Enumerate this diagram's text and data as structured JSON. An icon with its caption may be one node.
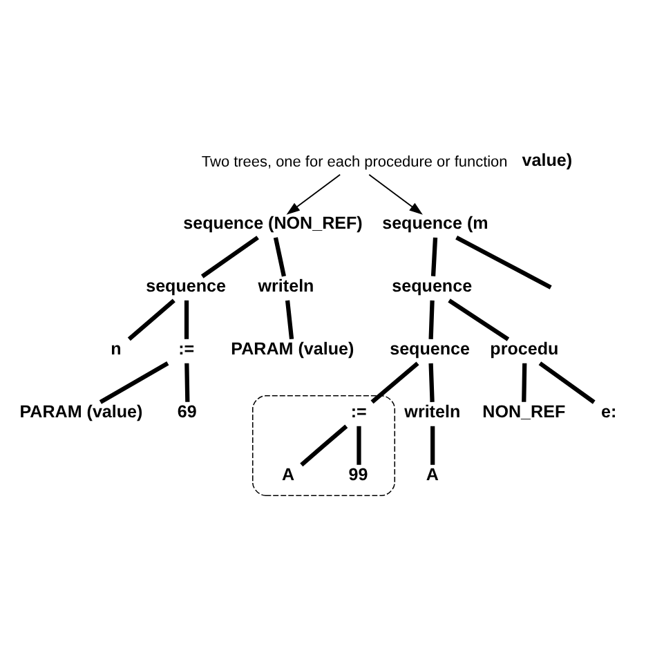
{
  "diagram": {
    "nodes": [
      {
        "text": [
          "Two trees, one for each procedure or function"
        ]
      },
      {
        "text": [
          "sequence (NON_REF)"
        ]
      },
      {
        "text": [
          "sequence (m"
        ]
      },
      {
        "text": [
          "sequence"
        ]
      },
      {
        "text": [
          "writeln"
        ]
      },
      {
        "text": [
          "sequence"
        ]
      },
      {
        "text": [
          "n"
        ]
      },
      {
        "text": [
          ":="
        ]
      },
      {
        "text": [
          "PARAM (value)"
        ]
      },
      {
        "text": [
          "sequence"
        ]
      },
      {
        "text": [
          "procedu"
        ]
      },
      {
        "text": [
          "PARAM (value)"
        ]
      },
      {
        "text": [
          "69"
        ]
      },
      {
        "text": [],
        "shape": "ellipse"
      },
      {
        "text": [
          ":="
        ],
        "in": 13
      },
      {
        "text": [
          "writeln"
        ]
      },
      {
        "text": [
          "NON_REF"
        ]
      },
      {
        "text": [
          "e:"
        ]
      },
      {
        "text": [
          "A"
        ],
        "in": 13
      },
      {
        "text": [
          "99"
        ],
        "in": 13
      },
      {
        "text": [
          "A"
        ]
      }
    ],
    "edges": [
      {
        "from": 0,
        "to": 1,
        "arrow": "to"
      },
      {
        "from": 0,
        "to": 2,
        "arrow": "to"
      },
      {
        "from": 1,
        "to": 3,
        "arrow": "none"
      },
      {
        "from": 1,
        "to": 4,
        "arrow": "none"
      },
      {
        "from": 2,
        "to": 5,
        "arrow": "none"
      },
      {
        "from": 2,
        "to": null,
        "arrow": "none"
      },
      {
        "from": 3,
        "to": 6,
        "arrow": "none"
      },
      {
        "from": 3,
        "to": 7,
        "arrow": "none"
      },
      {
        "from": 4,
        "to": 8,
        "arrow": "none"
      },
      {
        "from": 5,
        "to": 9,
        "arrow": "none"
      },
      {
        "from": 5,
        "to": 10,
        "arrow": "none"
      },
      {
        "from": 7,
        "to": 11,
        "arrow": "none"
      },
      {
        "from": 7,
        "to": 12,
        "arrow": "none"
      },
      {
        "from": 9,
        "to": 14,
        "arrow": "none"
      },
      {
        "from": 9,
        "to": 15,
        "arrow": "none"
      },
      {
        "from": 10,
        "to": 16,
        "arrow": "none"
      },
      {
        "from": 10,
        "to": 17,
        "arrow": "none"
      },
      {
        "from": 14,
        "to": 18,
        "arrow": "none"
      },
      {
        "from": 14,
        "to": 19,
        "arrow": "none"
      },
      {
        "from": 15,
        "to": 20,
        "arrow": "none"
      }
    ],
    "labels": [
      "value)"
    ]
  }
}
